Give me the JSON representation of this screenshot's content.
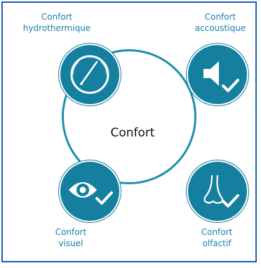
{
  "diagram": {
    "center": "Confort",
    "nodes": {
      "top_left": {
        "line1": "Confort",
        "line2": "hydrothermique",
        "icon": "gauge-icon"
      },
      "top_right": {
        "line1": "Confort",
        "line2": "accoustique",
        "icon": "speaker-check-icon"
      },
      "bottom_left": {
        "line1": "Confort",
        "line2": "visuel",
        "icon": "eye-check-icon"
      },
      "bottom_right": {
        "line1": "Confort",
        "line2": "olfactif",
        "icon": "nose-check-icon"
      }
    },
    "colors": {
      "accent": "#147f9e",
      "ring": "#1a8fae",
      "label_text": "#1a7fa8",
      "frame": "#1e5bb6"
    }
  }
}
